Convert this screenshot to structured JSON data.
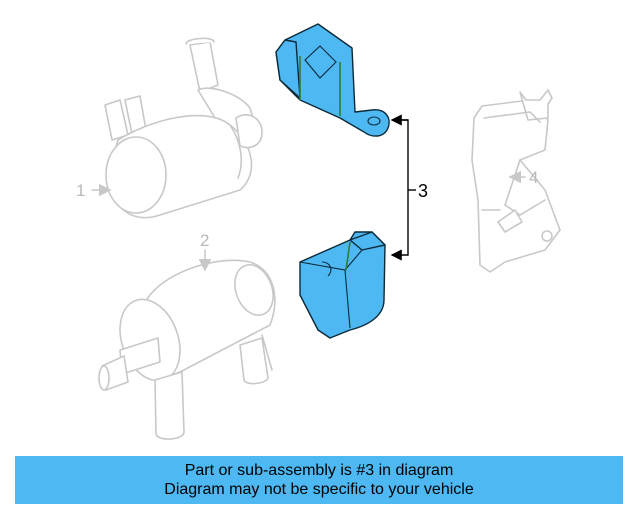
{
  "diagram": {
    "callouts": [
      {
        "id": "1",
        "label": "1"
      },
      {
        "id": "2",
        "label": "2"
      },
      {
        "id": "3",
        "label": "3"
      },
      {
        "id": "4",
        "label": "4"
      }
    ],
    "highlight_color": "#4db8f2",
    "ghost_color": "#c8c8c8"
  },
  "banner": {
    "line1": "Part or sub-assembly is #3 in diagram",
    "line2": "Diagram may not be specific to your vehicle"
  }
}
